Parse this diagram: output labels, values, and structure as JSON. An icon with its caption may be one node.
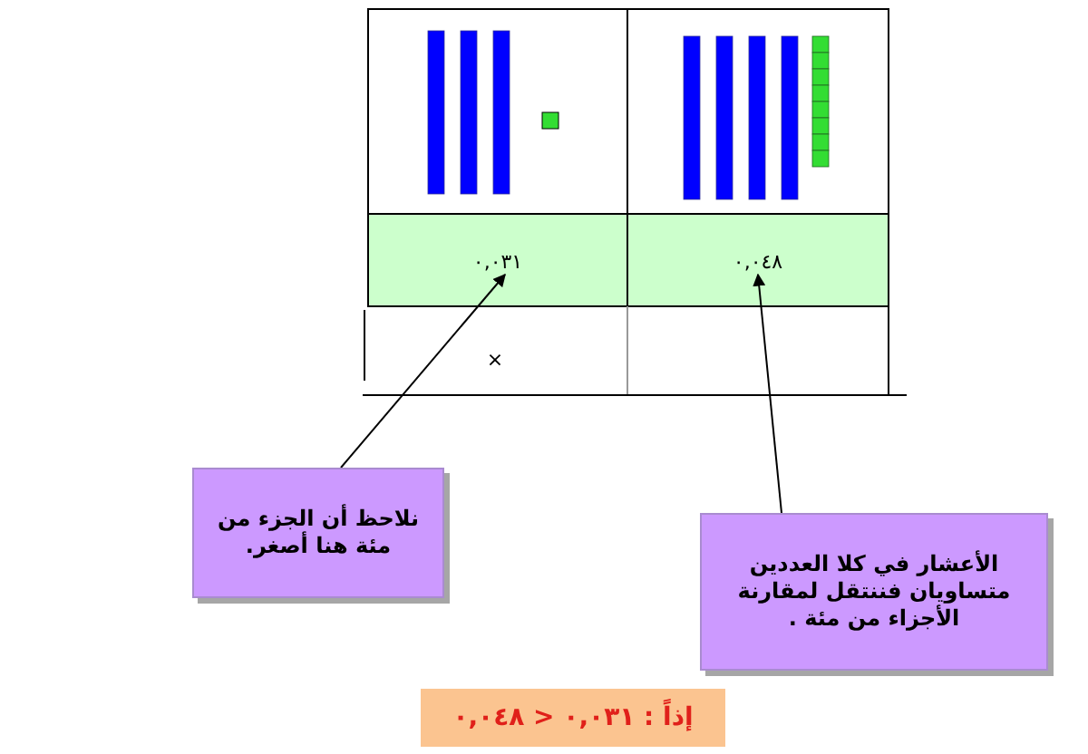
{
  "diagram": {
    "nodes": [
      {
        "text": [
          "٠,٠٣١"
        ]
      },
      {
        "text": [
          "٠,٠٤٨"
        ]
      },
      {
        "text": [
          "نلاحظ أن الجزء من مئة  هنا أصغر."
        ]
      },
      {
        "text": [
          "الأعشار في كلا العددين متساويان فننتقل لمقارنة الأجزاء من مئة  ."
        ]
      },
      {
        "text": [
          "إذاً : ٠,٠٣١ < ٠,٠٤٨"
        ]
      }
    ],
    "edges": [
      {
        "from": 2,
        "to": 0,
        "arrow": "to"
      },
      {
        "from": 3,
        "to": 1,
        "arrow": "to"
      }
    ],
    "labels": [
      "×"
    ]
  }
}
